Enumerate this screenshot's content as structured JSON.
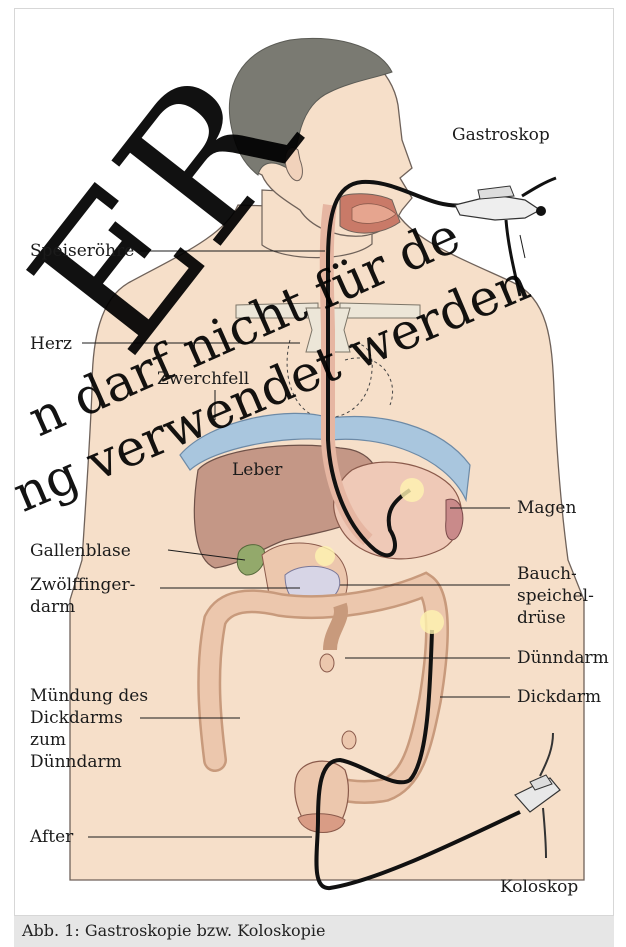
{
  "labels": {
    "gastroskop": "Gastroskop",
    "speiseroehre": "Speiseröhre",
    "herz": "Herz",
    "zwerchfell": "Zwerchfell",
    "leber": "Leber",
    "magen": "Magen",
    "gallenblase": "Gallenblase",
    "zwoelffingerdarm": "Zwölffinger-\ndarm",
    "bauchspeicheldruese": "Bauch-\nspeichel-\ndrüse",
    "duenndarm": "Dünndarm",
    "dickdarm": "Dickdarm",
    "muendung": "Mündung des\nDickdarms\nzum\nDünndarm",
    "after": "After",
    "koloskop": "Koloskop"
  },
  "caption": "Abb. 1: Gastroskopie bzw. Koloskopie",
  "watermark": {
    "big": "ER",
    "line1": "n darf nicht für de",
    "line2": "ng verwendet werden"
  },
  "colors": {
    "skin": "#f6dfc9",
    "hair": "#7a7a72",
    "liver": "#c49786",
    "stomach": "#efc9b7",
    "diaphragm": "#a9c6de",
    "gallbladder": "#93a96b",
    "pancreas": "#d7d5e6",
    "intestine": "#ecc7ad",
    "scope": "#111111"
  }
}
